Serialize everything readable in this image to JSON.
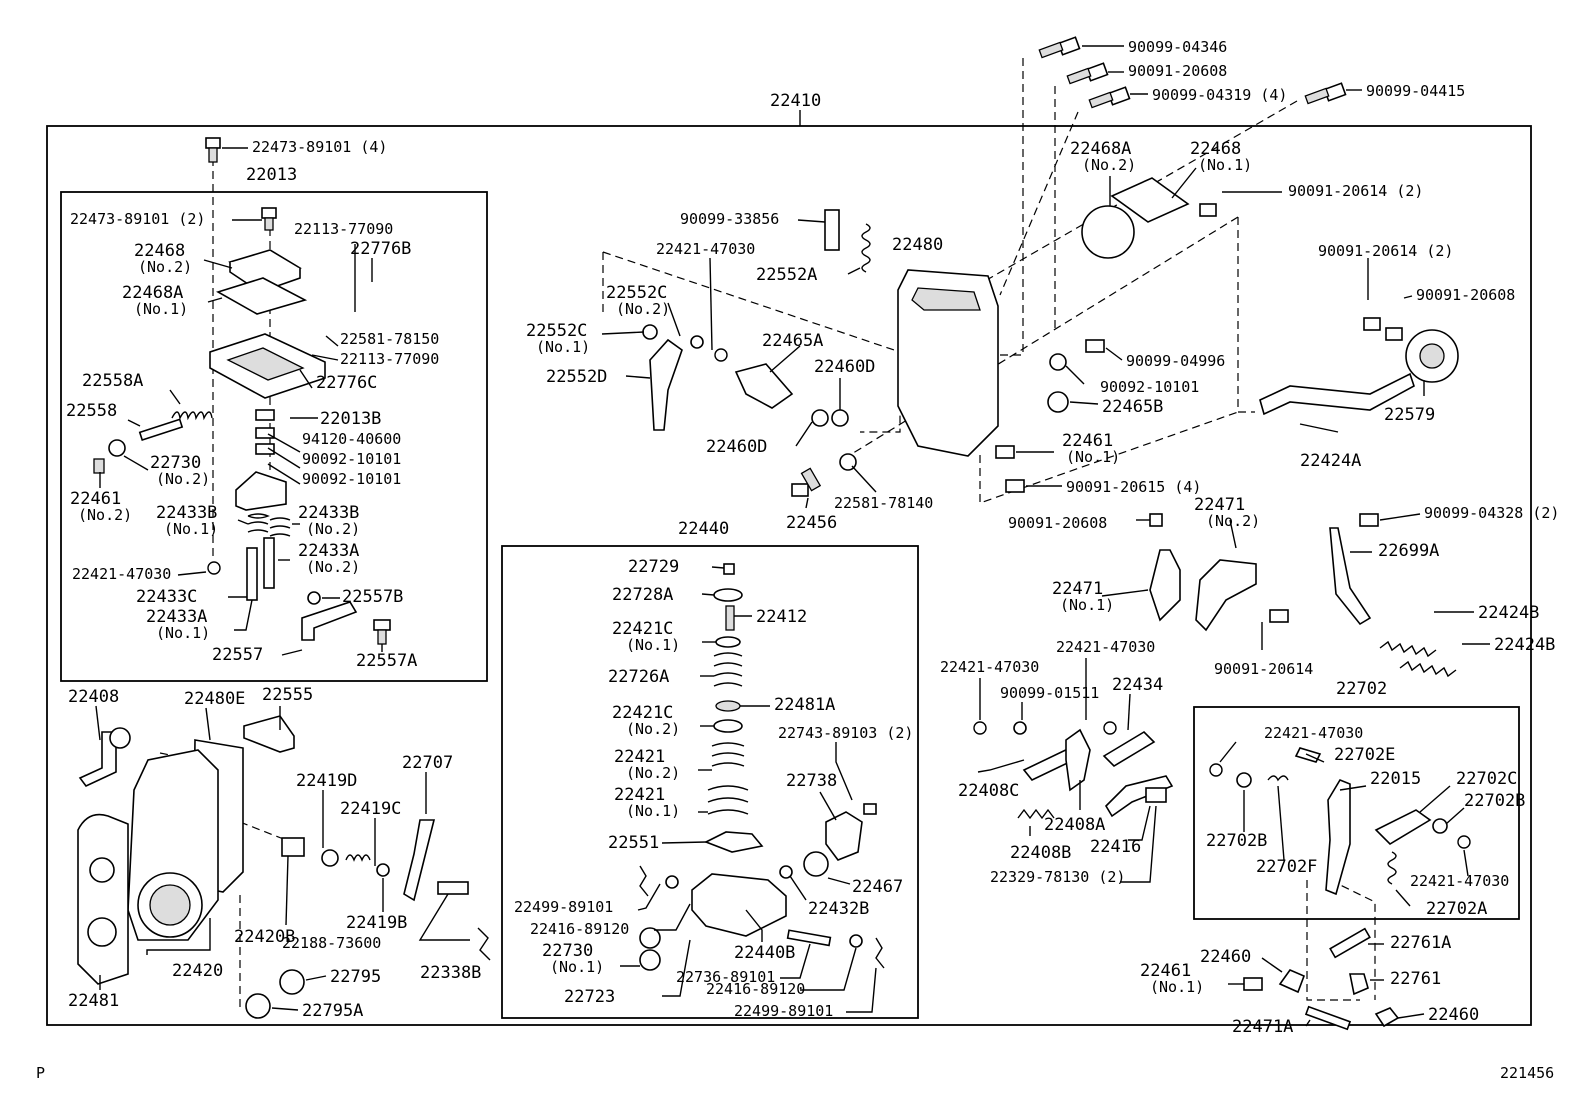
{
  "corner_left": "P",
  "corner_right": "221456",
  "assembly_main": "22410",
  "assembly_left": "22013",
  "assembly_center": "22440",
  "assembly_right": "22702",
  "labels": {
    "l1": "22473-89101 (4)",
    "l2": "22473-89101 (2)",
    "l3": "22113-77090",
    "l4": "22776B",
    "l5": "22468",
    "l6": "(No.2)",
    "l7": "22468A",
    "l8": "(No.1)",
    "l9": "22581-78150",
    "l10": "22113-77090",
    "l11": "22776C",
    "l12": "22558A",
    "l13": "22558",
    "l14": "22013B",
    "l15": "94120-40600",
    "l16": "90092-10101",
    "l17": "90092-10101",
    "l18": "22730",
    "l19": "(No.2)",
    "l20": "22461",
    "l21": "(No.2)",
    "l22": "22433B",
    "l23": "(No.1)",
    "l24": "22433B",
    "l25": "(No.2)",
    "l26": "22433A",
    "l27": "(No.2)",
    "l28": "22421-47030",
    "l29": "22433C",
    "l30": "22557B",
    "l31": "22433A",
    "l32": "(No.1)",
    "l33": "22557",
    "l34": "22557A",
    "l35": "22408",
    "l36": "22480E",
    "l37": "22555",
    "l38": "22419D",
    "l39": "22707",
    "l40": "22419C",
    "l41": "22420B",
    "l42": "22419B",
    "l43": "22188-73600",
    "l44": "22481",
    "l45": "22420",
    "l46": "22795",
    "l47": "22338B",
    "l48": "22795A",
    "c1": "90099-33856",
    "c2": "22421-47030",
    "c3": "22480",
    "c4": "22552A",
    "c5": "22552C",
    "c6": "(No.2)",
    "c7": "22552C",
    "c8": "(No.1)",
    "c9": "22465A",
    "c10": "22552D",
    "c11": "22460D",
    "c12": "22460D",
    "c13": "22581-78140",
    "c14": "22456",
    "p1": "22729",
    "p2": "22728A",
    "p3": "22412",
    "p4": "22421C",
    "p5": "(No.1)",
    "p6": "22726A",
    "p7": "22481A",
    "p8": "22421C",
    "p9": "(No.2)",
    "p10": "22743-89103 (2)",
    "p11": "22421",
    "p12": "(No.2)",
    "p13": "22738",
    "p14": "22421",
    "p15": "(No.1)",
    "p16": "22551",
    "p17": "22467",
    "p18": "22499-89101",
    "p19": "22432B",
    "p20": "22416-89120",
    "p21": "22730",
    "p22": "(No.1)",
    "p23": "22440B",
    "p24": "22736-89101",
    "p25": "22723",
    "p26": "22416-89120",
    "p27": "22499-89101",
    "r1": "90099-04346",
    "r2": "90091-20608",
    "r3": "90099-04319 (4)",
    "r4": "90099-04415",
    "r5": "22468A",
    "r6": "(No.2)",
    "r7": "22468",
    "r8": "(No.1)",
    "r9": "90091-20614 (2)",
    "r10": "90091-20614 (2)",
    "r11": "90091-20608",
    "r12": "90099-04996",
    "r13": "90092-10101",
    "r14": "22465B",
    "r15": "22579",
    "r16": "22461",
    "r17": "(No.1)",
    "r18": "22424A",
    "r19": "90091-20615 (4)",
    "r20": "90091-20608",
    "r21": "22471",
    "r22": "(No.2)",
    "r23": "90099-04328 (2)",
    "r24": "22699A",
    "r25": "22471",
    "r26": "(No.1)",
    "r27": "22424B",
    "r28": "22424B",
    "r29": "90091-20614",
    "r30": "22421-47030",
    "r31": "22421-47030",
    "r32": "90099-01511",
    "r33": "22434",
    "r34": "22408C",
    "r35": "22408A",
    "r36": "22408B",
    "r37": "22416",
    "r38": "22329-78130 (2)",
    "s1": "22421-47030",
    "s2": "22702E",
    "s3": "22015",
    "s4": "22702C",
    "s5": "22702B",
    "s6": "22702B",
    "s7": "22702F",
    "s8": "22421-47030",
    "s9": "22702A",
    "s10": "22460",
    "s11": "22761A",
    "s12": "22461",
    "s13": "(No.1)",
    "s14": "22761",
    "s15": "22471A",
    "s16": "22460"
  }
}
